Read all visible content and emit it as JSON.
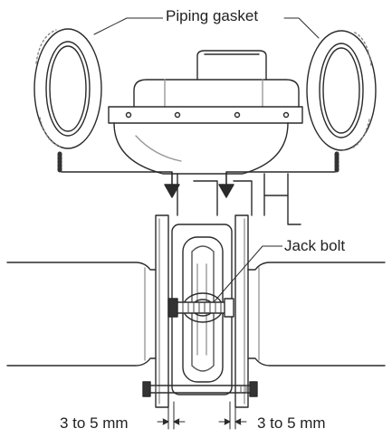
{
  "labels": {
    "piping_gasket": "Piping gasket",
    "jack_bolt": "Jack bolt",
    "gap_left": "3 to 5 mm",
    "gap_right": "3 to 5 mm"
  },
  "colors": {
    "line": "#2a2a2a",
    "hatch": "#666666",
    "background": "#ffffff"
  }
}
